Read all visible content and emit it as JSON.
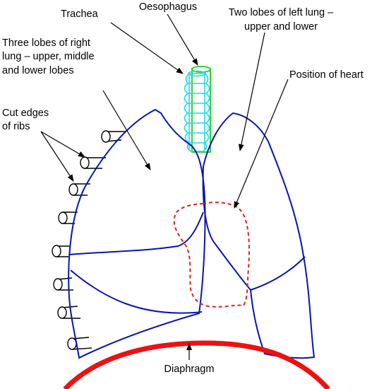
{
  "labels": {
    "trachea": "Trachea",
    "oesophagus": "Oesophagus",
    "right_lung": [
      "Three lobes of right",
      "lung – upper, middle",
      "and lower lobes"
    ],
    "left_lung": [
      "Two lobes of left lung –",
      "upper and lower"
    ],
    "heart": "Position of heart",
    "ribs": [
      "Cut edges",
      "of ribs"
    ],
    "diaphragm": "Diaphragm"
  },
  "colors": {
    "lung_outline": "#0a14b4",
    "trachea": "#17dcf0",
    "oesophagus": "#1ad11a",
    "heart": "#d92020",
    "diaphragm": "#ee1111",
    "text": "#000000"
  }
}
